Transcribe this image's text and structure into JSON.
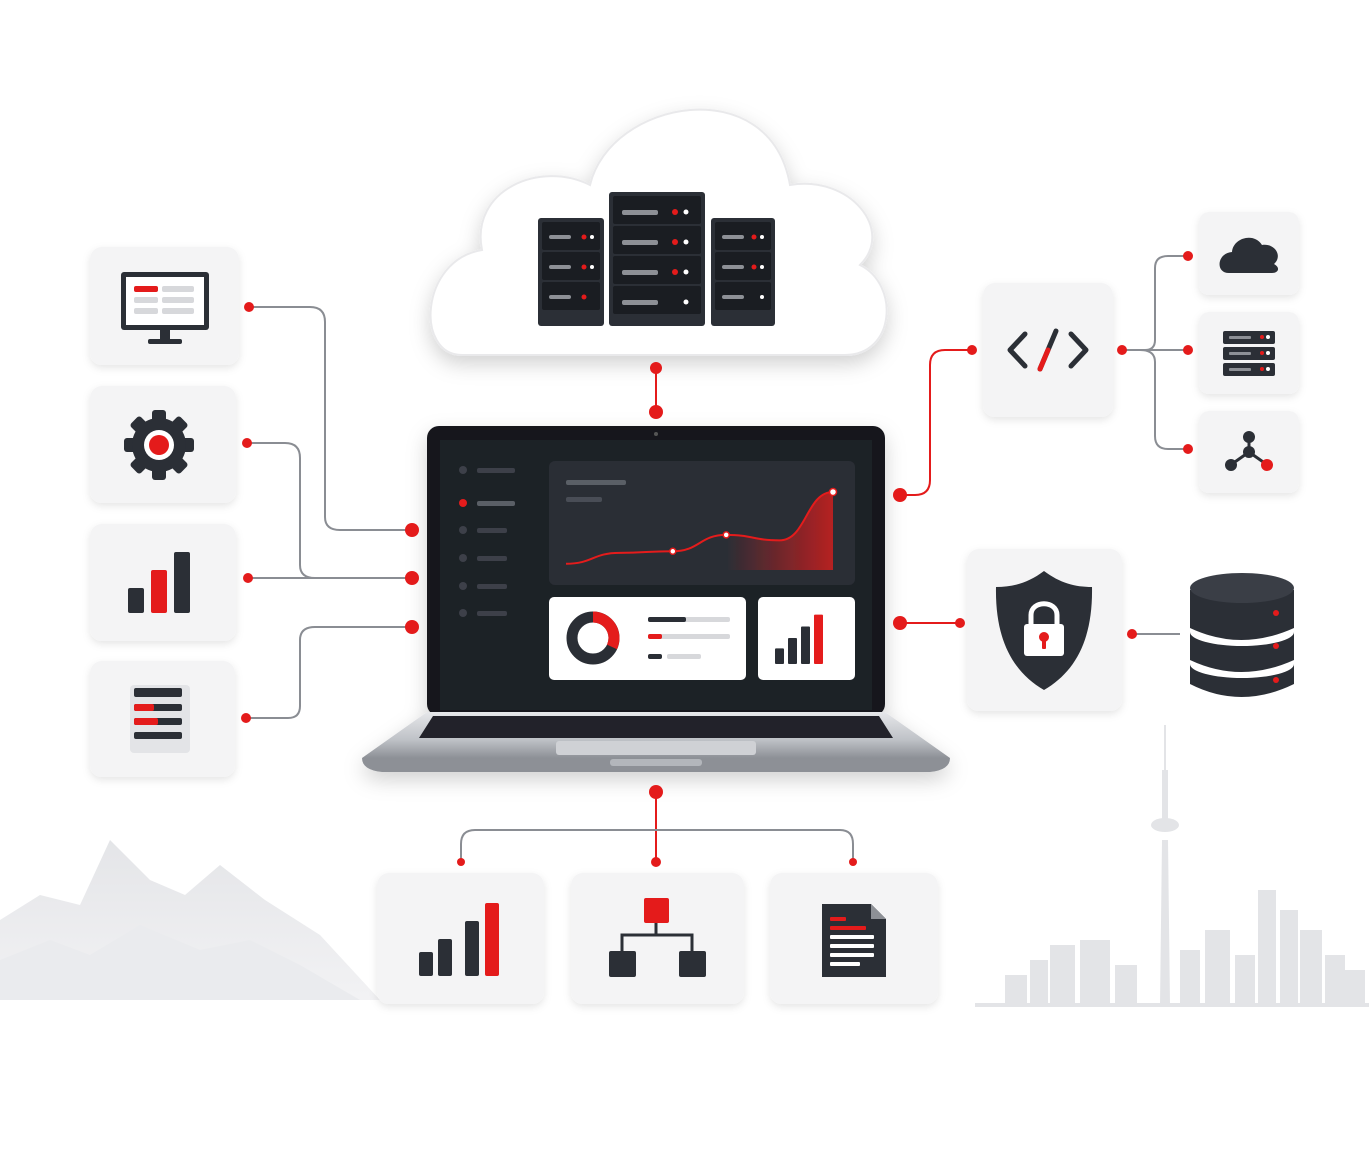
{
  "colors": {
    "accent": "#e41b1b",
    "dark": "#2b2f36",
    "tile": "#f4f4f5",
    "line": "#8a8d93",
    "screen": "#1e2127",
    "skyline": "#e3e4e7"
  },
  "nodes": {
    "cloud_servers": {
      "icon": "server-rack-icon"
    },
    "laptop_dashboard": {
      "icon": "laptop-icon"
    },
    "left": [
      {
        "icon": "monitor-icon"
      },
      {
        "icon": "gear-icon"
      },
      {
        "icon": "bar-chart-icon"
      },
      {
        "icon": "document-list-icon"
      }
    ],
    "right": {
      "code": {
        "icon": "code-icon"
      },
      "targets": [
        {
          "icon": "cloud-icon"
        },
        {
          "icon": "server-icon"
        },
        {
          "icon": "network-nodes-icon"
        }
      ],
      "security": {
        "icon": "shield-lock-icon"
      },
      "database": {
        "icon": "database-icon"
      }
    },
    "bottom": [
      {
        "icon": "bar-chart-icon"
      },
      {
        "icon": "hierarchy-icon"
      },
      {
        "icon": "document-icon"
      }
    ]
  },
  "dashboard": {
    "trend_values": [
      0.08,
      0.22,
      0.24,
      0.45,
      0.38,
      1.0
    ],
    "donut_fraction": 0.32,
    "bars": [
      0.3,
      0.5,
      0.72,
      0.95
    ]
  }
}
